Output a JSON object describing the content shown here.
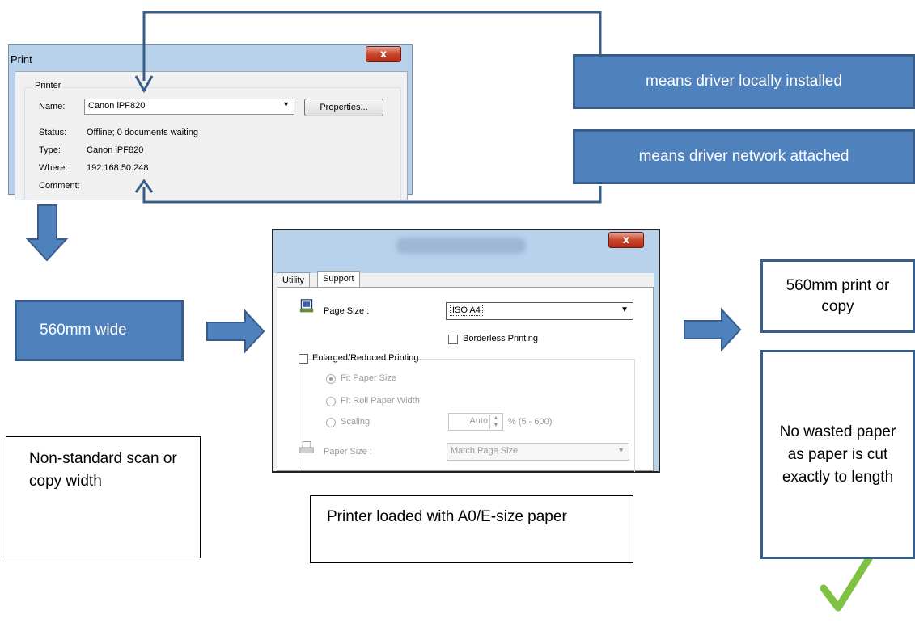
{
  "print_dialog": {
    "title": "Print",
    "close_glyph": "x",
    "group_label": "Printer",
    "name_label": "Name:",
    "name_value": "Canon iPF820",
    "properties_button": "Properties...",
    "status_label": "Status:",
    "status_value": "Offline; 0 documents waiting",
    "type_label": "Type:",
    "type_value": "Canon iPF820",
    "where_label": "Where:",
    "where_value": "192.168.50.248",
    "comment_label": "Comment:"
  },
  "callouts": {
    "local": "means driver locally installed",
    "network": "means driver network attached"
  },
  "driver_dialog": {
    "close_glyph": "x",
    "tabs": [
      "Utility",
      "Support"
    ],
    "page_size_label": "Page Size :",
    "page_size_value": "ISO A4",
    "borderless_label": "Borderless Printing",
    "enlarged_label": "Enlarged/Reduced Printing",
    "fit_paper_size": "Fit Paper Size",
    "fit_roll_width": "Fit Roll Paper Width",
    "scaling_label": "Scaling",
    "scaling_value": "Auto",
    "scaling_range": "% (5 - 600)",
    "paper_size_label": "Paper Size :",
    "paper_size_value": "Match Page Size"
  },
  "boxes": {
    "width_560": "560mm wide",
    "non_standard": "Non-standard scan or copy width",
    "printer_loaded": "Printer loaded with A0/E-size paper",
    "print_or_copy": "560mm print or copy",
    "no_waste": "No wasted paper as paper is cut exactly to length"
  },
  "colors": {
    "accent_blue": "#4f81bd",
    "accent_border": "#385d8a",
    "check_green": "#7ec242"
  }
}
